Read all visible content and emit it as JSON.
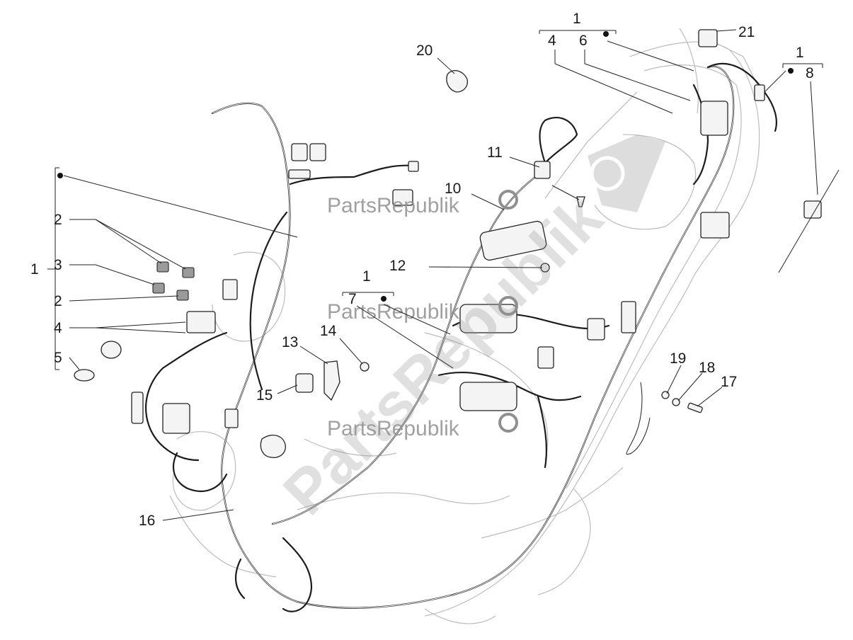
{
  "watermark": {
    "brand_text": "PartsRepublik",
    "diagonal_text": "PartsRepublik",
    "color": "#8f8f8f",
    "icon": "gear-icon"
  },
  "callouts": {
    "c1_group_left": "1",
    "c2_top": "2",
    "c3": "3",
    "c2_bottom": "2",
    "c4_left": "4",
    "c5": "5",
    "c1_top": "1",
    "c4_top": "4",
    "c6": "6",
    "c1_right": "1",
    "c8": "8",
    "c21": "21",
    "c20": "20",
    "c11": "11",
    "c10": "10",
    "c12": "12",
    "c1_mid": "1",
    "c7": "7",
    "c13": "13",
    "c14": "14",
    "c15": "15",
    "c16": "16",
    "c17": "17",
    "c18": "18",
    "c19": "19"
  },
  "colors": {
    "harness": "#1c1c1c",
    "frame_ghost": "#bcbcbc",
    "watermark": "#8f8f8f"
  }
}
